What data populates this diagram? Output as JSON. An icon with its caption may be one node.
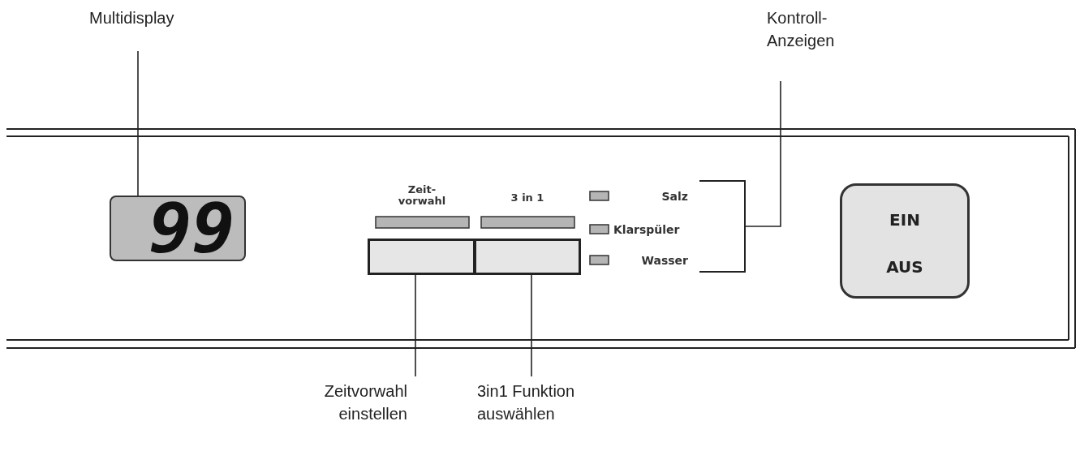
{
  "diagram": {
    "nodes": [
      {
        "text": [
          "Multidisplay"
        ]
      },
      {
        "text": [
          "Kontroll- Anzeigen"
        ]
      },
      {
        "text": [],
        "shape": "band"
      },
      {
        "text": [
          "99"
        ],
        "in": 2
      },
      {
        "text": [],
        "shape": "box",
        "in": 2
      },
      {
        "text": [],
        "shape": "box",
        "in": 2
      },
      {
        "text": [],
        "shape": "bracket",
        "in": 2
      },
      {
        "text": [
          "EIN",
          "AUS"
        ],
        "in": 2
      },
      {
        "text": [
          "Zeitvorwahl einstellen"
        ]
      },
      {
        "text": [
          "3in1 Funktion auswählen"
        ]
      }
    ],
    "edges": [
      {
        "from": 0,
        "to": 3,
        "arrow": "none"
      },
      {
        "from": 1,
        "to": 6,
        "arrow": "none"
      },
      {
        "from": 8,
        "to": 4,
        "arrow": "none"
      },
      {
        "from": 9,
        "to": 5,
        "arrow": "none"
      }
    ],
    "labels": [
      "Zeit- vorwahl",
      "3 in 1",
      "Salz",
      "Klarspüler",
      "Wasser"
    ]
  }
}
